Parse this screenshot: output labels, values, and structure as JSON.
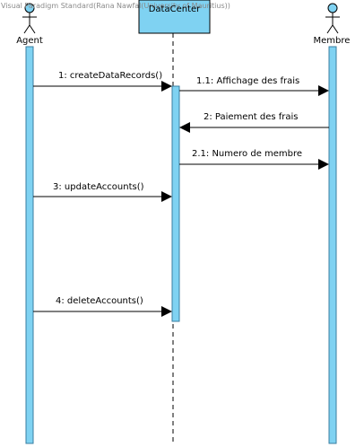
{
  "watermark": "Visual Paradigm Standard(Rana Nawfal(University of Mauritius))",
  "colors": {
    "activation_fill": "#7fd2f2",
    "activation_stroke": "#3a7ea0",
    "header_fill": "#7fd2f2",
    "line": "#000000",
    "lifeline_dash": "#000000"
  },
  "lifelines": [
    {
      "name": "Agent",
      "kind": "actor"
    },
    {
      "name": "DataCenter",
      "kind": "object"
    },
    {
      "name": "Membre",
      "kind": "actor"
    }
  ],
  "messages": [
    {
      "label": "1: createDataRecords()",
      "from": "Agent",
      "to": "DataCenter"
    },
    {
      "label": "1.1: Affichage des frais",
      "from": "DataCenter",
      "to": "Membre"
    },
    {
      "label": "2: Paiement des frais",
      "from": "Membre",
      "to": "DataCenter"
    },
    {
      "label": "2.1: Numero de membre",
      "from": "DataCenter",
      "to": "Membre"
    },
    {
      "label": "3: updateAccounts()",
      "from": "Agent",
      "to": "DataCenter"
    },
    {
      "label": "4: deleteAccounts()",
      "from": "Agent",
      "to": "DataCenter"
    }
  ]
}
